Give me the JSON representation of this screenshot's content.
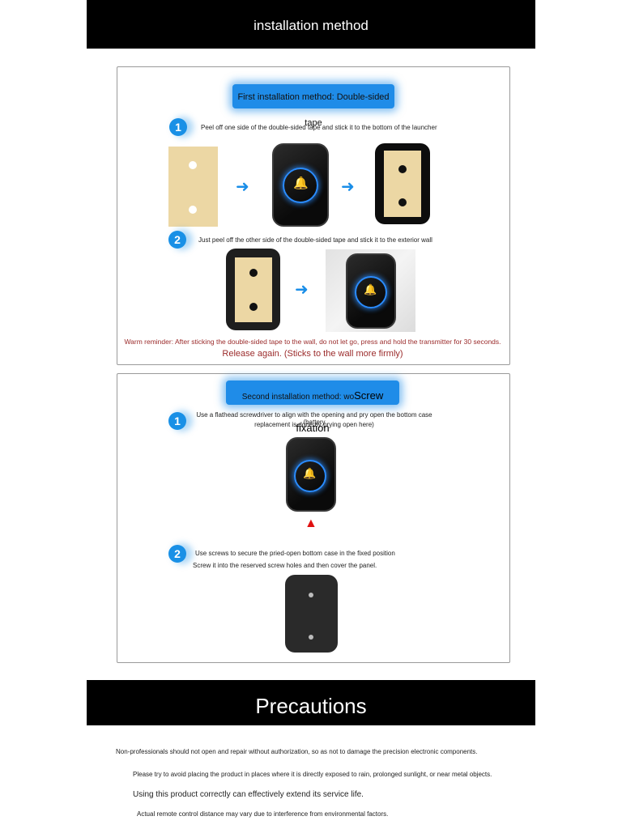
{
  "header": {
    "title": "installation method"
  },
  "method1": {
    "title": "First installation method: Double-sided tape",
    "step1_number": "1",
    "step1_text": "Peel off one side of the double-sided tape and stick it to the bottom of the launcher",
    "step2_number": "2",
    "step2_text": "Just peel off the other side of the double-sided tape and stick it to the exterior wall",
    "reminder": "Warm reminder: After sticking the double-sided tape to the wall, do not let go, press and hold the transmitter for 30 seconds.",
    "reminder_2": "Release again. (Sticks to the wall more firmly)"
  },
  "method2": {
    "title_prefix": "Second installation method: wo",
    "title_suffix": "Screw fixation",
    "step1_number": "1",
    "step1_text_a": "Use a flathead screwdriver to align with the opening and pry open the bottom case (battery",
    "step1_text_b": "replacement is done by prying open here)",
    "step2_number": "2",
    "step2_text_a": "Use screws to secure the pried-open bottom case in the fixed position",
    "step2_text_b": "Screw it into the reserved screw holes and then cover the panel."
  },
  "precautions": {
    "title": "Precautions",
    "items": [
      "Non-professionals should not open and repair without authorization, so as not to damage the precision electronic components.",
      "Please try to avoid placing the product in places where it is directly exposed to rain, prolonged sunlight, or near metal objects.",
      "Using this product correctly can effectively extend its service life.",
      "Actual remote control distance may vary due to interference from environmental factors."
    ]
  },
  "icons": {
    "bell": "bell-icon",
    "arrow_right": "arrow-right-icon",
    "arrow_up": "arrow-up-icon"
  },
  "colors": {
    "accent_blue": "#1f8ce8",
    "warning_red": "#9b2b2b",
    "tape": "#ecd7a4"
  }
}
